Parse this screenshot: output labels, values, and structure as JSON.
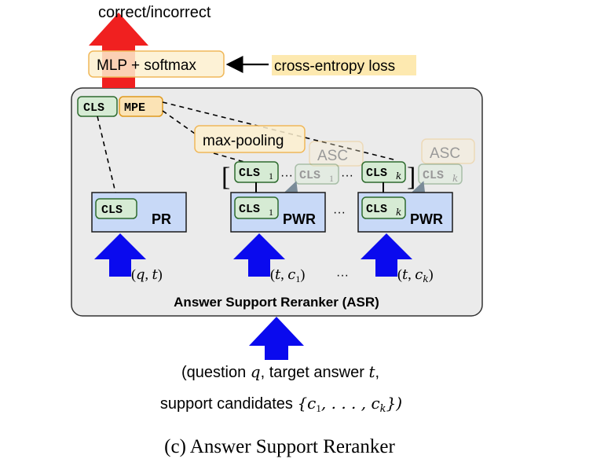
{
  "top_output": "correct/incorrect",
  "mlp_label": "MLP + softmax",
  "loss_label": "cross-entropy loss",
  "cls_token": "CLS",
  "mpe_token": "MPE",
  "max_pooling_label": "max-pooling",
  "asc_label": "ASC",
  "pr_label": "PR",
  "pwr_label": "PWR",
  "sub_1": "1",
  "sub_k": "k",
  "bracket_open": "[",
  "bracket_close": "]",
  "ellipsis": "···",
  "inputs": {
    "q": "q",
    "t": "t",
    "c": "c",
    "open_paren": "(",
    "close_paren": ")",
    "comma": ","
  },
  "asr_title": "Answer Support Reranker (ASR)",
  "bottom_input_line1_prefix": "(question ",
  "bottom_input_line1_mid": ", target answer ",
  "bottom_input_line1_suffix": ",",
  "bottom_input_line2_prefix": "support candidates ",
  "bottom_input_line2_set": "{c",
  "bottom_input_line2_dots": ", . . . , c",
  "bottom_input_line2_close": "})",
  "caption": "(c) Answer Support Reranker",
  "colors": {
    "blue_arrow": "#0a0aee",
    "red_arrow": "#f02020",
    "box_blue_fill": "#c8d9f7",
    "box_blue_stroke": "#1a1a1a",
    "cls_fill": "#d6ebd4",
    "cls_stroke": "#2e6b2e",
    "mpe_fill": "#fbe3b5",
    "mpe_stroke": "#e09a1e",
    "label_fill": "#fdf0cf",
    "label_stroke": "#f0b85a",
    "asr_fill": "#ebebeb",
    "asr_stroke": "#333333"
  }
}
